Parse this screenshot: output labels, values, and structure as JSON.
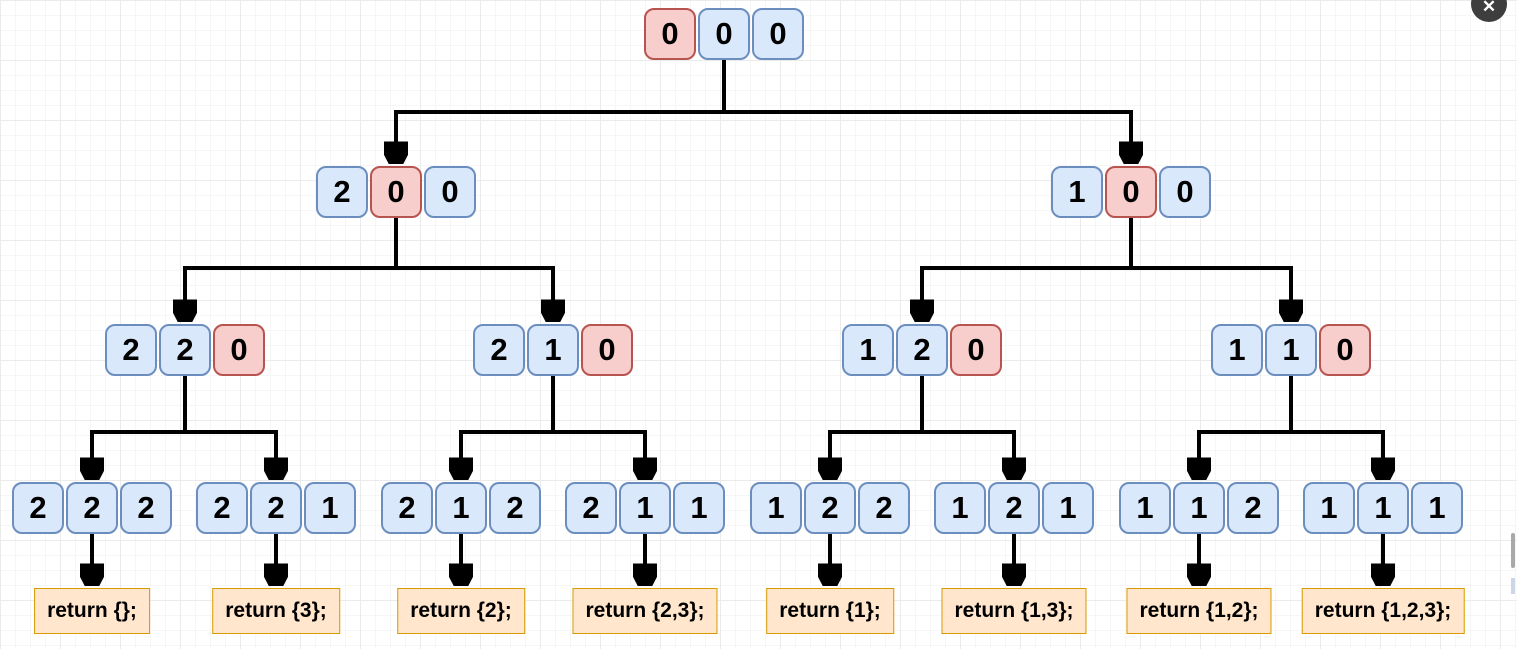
{
  "window": {
    "close_glyph": "✕"
  },
  "palette": {
    "cell_blue_fill": "#dae8fc",
    "cell_blue_border": "#6c8ebf",
    "cell_pink_fill": "#f8cecc",
    "cell_pink_border": "#b85450",
    "label_fill": "#ffe6cc",
    "label_border": "#d79b00",
    "line_color": "#000000",
    "grid_minor": "#f6f6f6",
    "grid_major": "#ebebeb"
  },
  "tree": {
    "root": {
      "cells": [
        "0",
        "0",
        "0"
      ],
      "highlight": 0
    },
    "level2": [
      {
        "cells": [
          "2",
          "0",
          "0"
        ],
        "highlight": 1
      },
      {
        "cells": [
          "1",
          "0",
          "0"
        ],
        "highlight": 1
      }
    ],
    "level3": [
      {
        "cells": [
          "2",
          "2",
          "0"
        ],
        "highlight": 2
      },
      {
        "cells": [
          "2",
          "1",
          "0"
        ],
        "highlight": 2
      },
      {
        "cells": [
          "1",
          "2",
          "0"
        ],
        "highlight": 2
      },
      {
        "cells": [
          "1",
          "1",
          "0"
        ],
        "highlight": 2
      }
    ],
    "level4": [
      {
        "cells": [
          "2",
          "2",
          "2"
        ]
      },
      {
        "cells": [
          "2",
          "2",
          "1"
        ]
      },
      {
        "cells": [
          "2",
          "1",
          "2"
        ]
      },
      {
        "cells": [
          "2",
          "1",
          "1"
        ]
      },
      {
        "cells": [
          "1",
          "2",
          "2"
        ]
      },
      {
        "cells": [
          "1",
          "2",
          "1"
        ]
      },
      {
        "cells": [
          "1",
          "1",
          "2"
        ]
      },
      {
        "cells": [
          "1",
          "1",
          "1"
        ]
      }
    ],
    "returns": [
      "return {};",
      "return {3};",
      "return {2};",
      "return {2,3};",
      "return {1};",
      "return {1,3};",
      "return {1,2};",
      "return {1,2,3};"
    ]
  }
}
